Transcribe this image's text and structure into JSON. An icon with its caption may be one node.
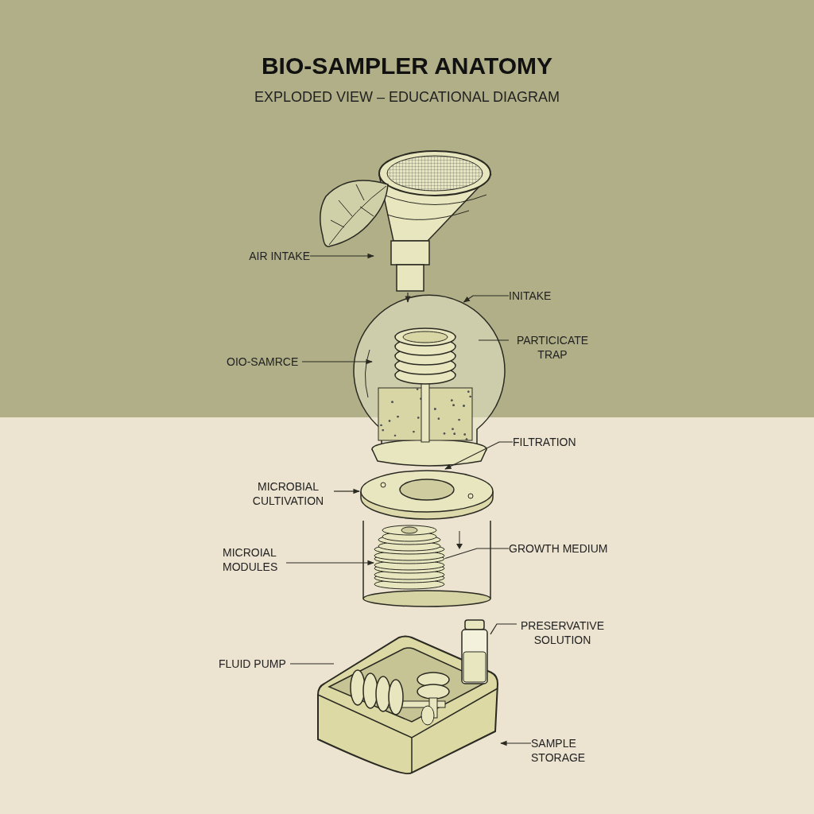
{
  "diagram": {
    "title": "BIO-SAMPLER ANATOMY",
    "nodes": [
      {
        "text": [
          "AIR INTAKE"
        ]
      },
      {
        "text": [],
        "shape": "picture"
      },
      {
        "text": [
          "INITAKE"
        ]
      },
      {
        "text": [],
        "shape": "picture"
      },
      {
        "text": [
          "PARTICICATE TRAP"
        ]
      },
      {
        "text": [
          "OIO-SAMRCE"
        ]
      },
      {
        "text": [],
        "shape": "picture",
        "in": 3
      },
      {
        "text": [
          "FILTRATION"
        ]
      },
      {
        "text": [
          "MICROBIAL CULTIVATION"
        ]
      },
      {
        "text": [],
        "shape": "picture"
      },
      {
        "text": [],
        "shape": "picture"
      },
      {
        "text": [
          "MICROIAL MODULES"
        ]
      },
      {
        "text": [],
        "shape": "picture",
        "in": 10
      },
      {
        "text": [
          "GROWTH MEDIUM"
        ]
      },
      {
        "text": [
          "PRESERVATIVE SOLUTION"
        ]
      },
      {
        "text": [],
        "shape": "picture"
      },
      {
        "text": [
          "FLUID PUMP"
        ]
      },
      {
        "text": [],
        "shape": "picture"
      },
      {
        "text": [],
        "shape": "picture",
        "in": 17
      },
      {
        "text": [
          "SAMPLE STORAGE"
        ]
      }
    ],
    "edges": [
      {
        "from": 0,
        "to": 1,
        "arrow": "to"
      },
      {
        "from": 2,
        "to": 3,
        "arrow": "to"
      },
      {
        "from": 4,
        "to": 6,
        "arrow": "none"
      },
      {
        "from": 5,
        "to": 6,
        "arrow": "to"
      },
      {
        "from": 7,
        "to": 9,
        "arrow": "to"
      },
      {
        "from": 8,
        "to": 9,
        "arrow": "to"
      },
      {
        "from": 11,
        "to": 12,
        "arrow": "to"
      },
      {
        "from": 13,
        "to": 12,
        "arrow": "none"
      },
      {
        "from": 14,
        "to": 15,
        "arrow": "none"
      },
      {
        "from": 16,
        "to": 18,
        "arrow": "none"
      },
      {
        "from": 19,
        "to": 17,
        "arrow": "to"
      },
      {
        "from": 1,
        "to": 3,
        "arrow": "to"
      }
    ],
    "labels": [
      "EXPLODED VIEW – EDUCATIONAL DIAGRAM"
    ]
  }
}
